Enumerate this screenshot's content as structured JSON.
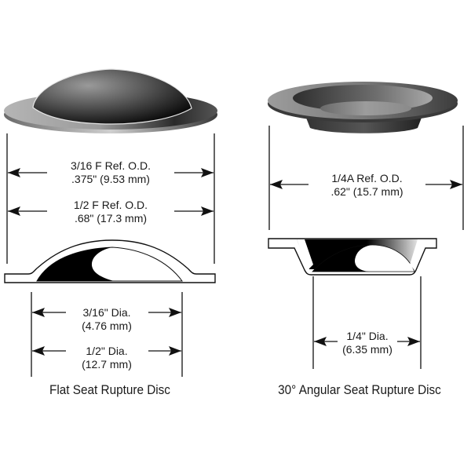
{
  "left_disc": {
    "title": "Flat Seat Rupture Disc",
    "ref_od_small": {
      "line1": "3/16 F Ref. O.D.",
      "line2": ".375\" (9.53 mm)"
    },
    "ref_od_large": {
      "line1": "1/2 F Ref. O.D.",
      "line2": ".68\" (17.3 mm)"
    },
    "dia_small": {
      "line1": "3/16\" Dia.",
      "line2": "(4.76 mm)"
    },
    "dia_large": {
      "line1": "1/2\" Dia.",
      "line2": "(12.7 mm)"
    }
  },
  "right_disc": {
    "title": "30° Angular Seat Rupture Disc",
    "ref_od": {
      "line1": "1/4A Ref. O.D.",
      "line2": ".62\" (15.7 mm)"
    },
    "dia": {
      "line1": "1/4\" Dia.",
      "line2": "(6.35 mm)"
    }
  },
  "colors": {
    "line": "#111111",
    "disc_dark": "#1a1a1a",
    "disc_light": "#a8a8a8"
  }
}
